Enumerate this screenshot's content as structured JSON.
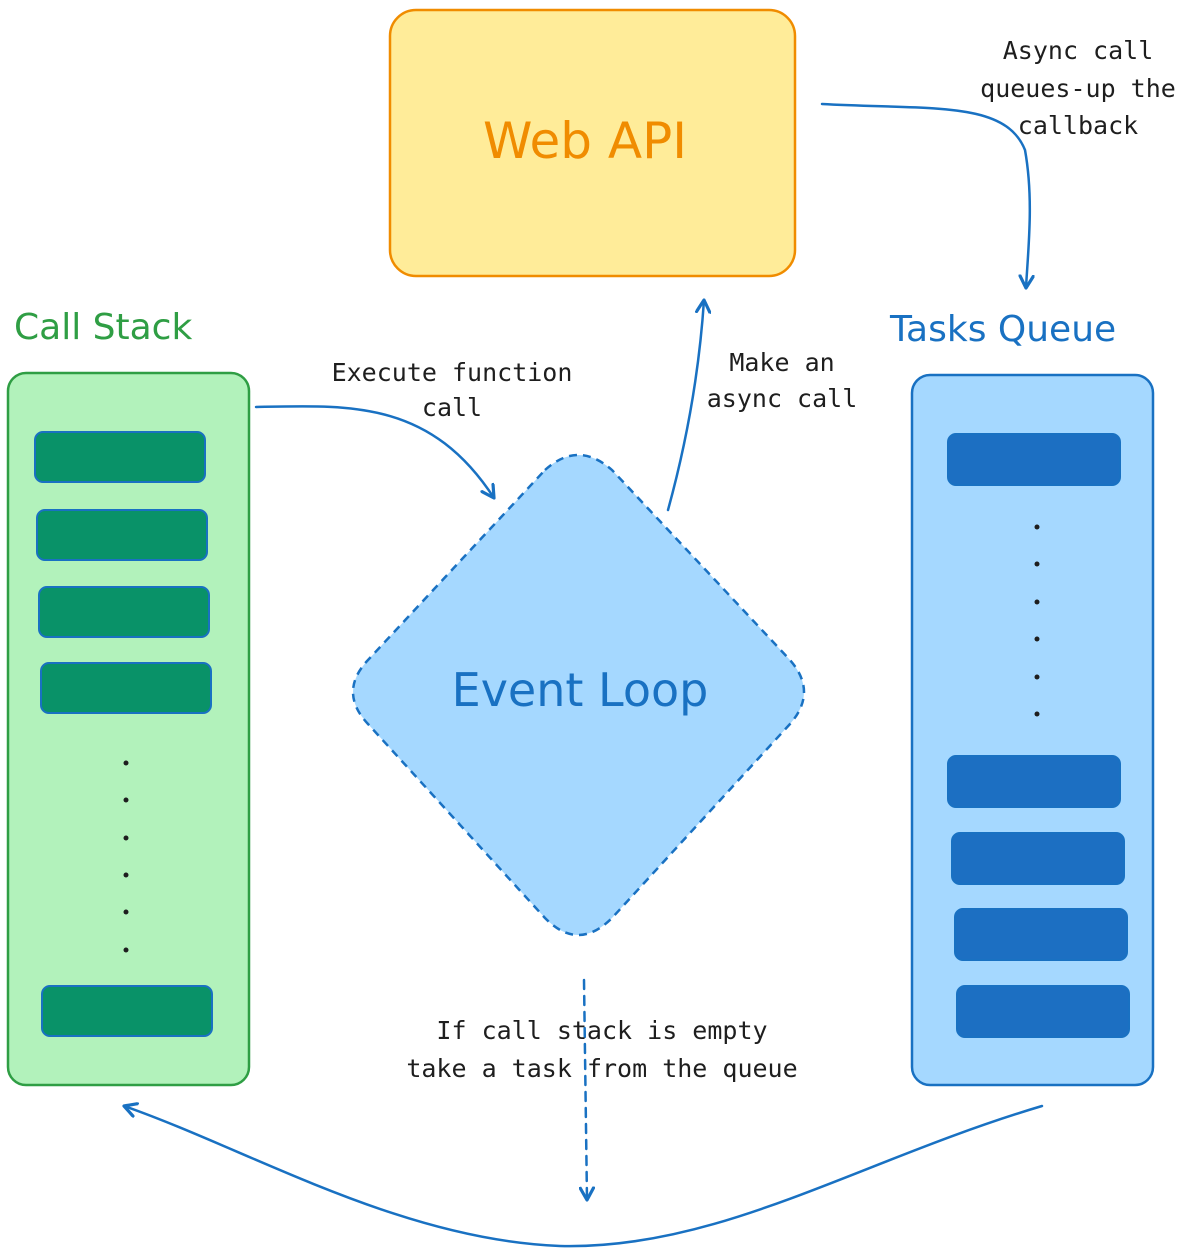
{
  "colors": {
    "green_fill": "#b2f2bb",
    "green_stroke": "#2f9e44",
    "green_block": "#099268",
    "blue_fill": "#a5d8ff",
    "blue_stroke": "#1971c2",
    "blue_block": "#1c6fc2",
    "yellow_fill": "#ffec99",
    "orange_stroke": "#f08c00",
    "orange_text": "#f08c00",
    "ink": "#1e1e1e"
  },
  "web_api": {
    "title": "Web API"
  },
  "call_stack": {
    "title": "Call Stack"
  },
  "tasks_queue": {
    "title": "Tasks Queue"
  },
  "event_loop": {
    "title": "Event Loop"
  },
  "labels": {
    "execute": [
      "Execute function",
      "call"
    ],
    "make_async": [
      "Make an",
      "async call"
    ],
    "async_queue": [
      "Async call",
      "queues-up the",
      "callback"
    ],
    "if_empty": [
      "If call stack is empty",
      "take a task from the queue"
    ]
  }
}
